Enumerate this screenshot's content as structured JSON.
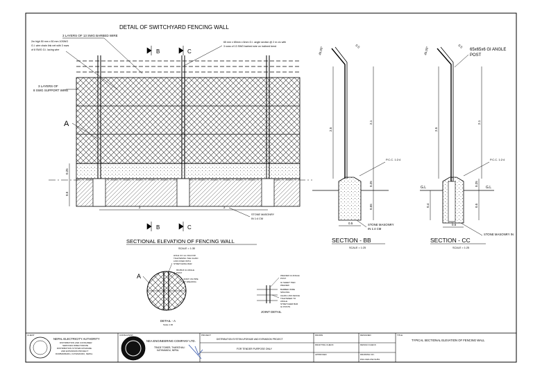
{
  "drawing": {
    "title": "DETAIL OF SWITCHYARD FENCING WALL",
    "barbed_wire_label": "3 LAYERS OF 13 SWG BARBED WIRE",
    "chainlink_note": [
      "2m high 50 mm x 50 mm 10SWG",
      "G.I. wire chain link net with 3 rows",
      "of 8 SWG G.I. lacing wire"
    ],
    "support_wire_label": [
      "3 LAYERS OF",
      "8 SWG SUPPORT WIRE"
    ],
    "angle_note": [
      "65 mm x 65mm x 6mm G.I. angle section @ 2 m c/c with",
      "3 rows of 13 SWG barbed wire on inclined bend"
    ],
    "section_mark_b": "B",
    "section_mark_c": "C",
    "detail_mark_a": "A",
    "dim_2": "2",
    "dim_025": "0.25",
    "dim_05": "0.5",
    "stone_masonry_note": [
      "STONE MASONRY",
      "IN 1:4 CM"
    ],
    "elevation_title": "SECTIONAL ELEVATION OF FENCING WALL",
    "elevation_scale": "SCALE = 1:30"
  },
  "section_bb": {
    "angle": "45.00°",
    "dim_05": "0.5",
    "dim_25": "2.5",
    "dim_21": "2.1",
    "pcc": "P.C.C. 1:2:4",
    "dim_025": "0.25",
    "dim_055": "0.55",
    "dim_05_base": "0.5",
    "stone_note": [
      "STONE MASONRY",
      "IN 1:4 CM"
    ],
    "title": "SECTION  -  BB",
    "scale": "SCALE = 1:25"
  },
  "section_cc": {
    "angle": "45.00°",
    "dim_05": "0.5",
    "angle_post": [
      "65x65x6 GI ANGLE",
      "POST"
    ],
    "dim_25": "2.5",
    "dim_21": "2.1",
    "pcc": "P.C.C. 1:2:4",
    "gl_left": "G.L",
    "gl_right": "G.L",
    "dim_025": "0.25",
    "dim_04": "0.4",
    "dim_05_base": "0.5",
    "stone_note": "STONE MASONRY IN",
    "title": "SECTION  -  CC",
    "scale": "SCALE = 1:25"
  },
  "detail_a": {
    "mark": "A",
    "notes": [
      "HOLE 0.6 mm DIA FOR",
      "TIGHTENING THE CHAIN",
      "LINK FIXED WITH",
      "STRETCHING BAR"
    ],
    "note2": [
      "65x65x6 GI ANGLE",
      "POST"
    ],
    "note3": [
      "JOINT ON PIPE",
      "BY WELDING"
    ],
    "title": "DETAIL - A",
    "scale": "Scale 1:30"
  },
  "joint_detail": {
    "title": "JOINT DETAIL",
    "notes": [
      "WELDED GI ANGLE",
      "POST",
      "GI SHEET TIED",
      "WELDED",
      "BARBED WIRE",
      "SPACING",
      "CHAIN LINK FENCE",
      "TIGHTENED TO",
      "ANGLE",
      "STRETCHER BAR",
      "GI POSTS"
    ]
  },
  "title_block": {
    "client_label": "CLIENT",
    "client_name": "NEPAL ELECTRICITY AUTHORITY",
    "client_lines": [
      "DISTRIBUTION AND CONSUMER",
      "SERVICES DIRECTORATE",
      "DISTRIBUTION SYSTEM UPGRADE",
      "AND EXPANSION PROJECT",
      "DURBARMARG, KATHMANDU, NEPAL"
    ],
    "consultant_label": "CONSULTANT",
    "consultant_name": "NEA ENGINEERING COMPANY LTD.",
    "consultant_lines": [
      "TRADE TOWER, THAPATHALI",
      "KATHMANDU, NEPAL"
    ],
    "project_label": "PROJECT",
    "project_name": "DISTRIBUTION SYSTEM UPGRADE AND EXPANSION PROJECT",
    "purpose": "FOR TENDER PURPOSE ONLY",
    "drawn_label": "DRAWN",
    "designed_label": "DESIGNED",
    "drafting_check_label": "DRAFTING CHECK",
    "design_check_label": "DESIGN CHECK",
    "approved_label": "APPROVED",
    "drawing_no_label": "DRAWING NO.",
    "drawing_no": "DSU-FEN-DW-SUB1",
    "title_label": "TITLE",
    "title_text": "TYPICAL SECTIONAL ELEVATION OF FENCING WALL"
  }
}
